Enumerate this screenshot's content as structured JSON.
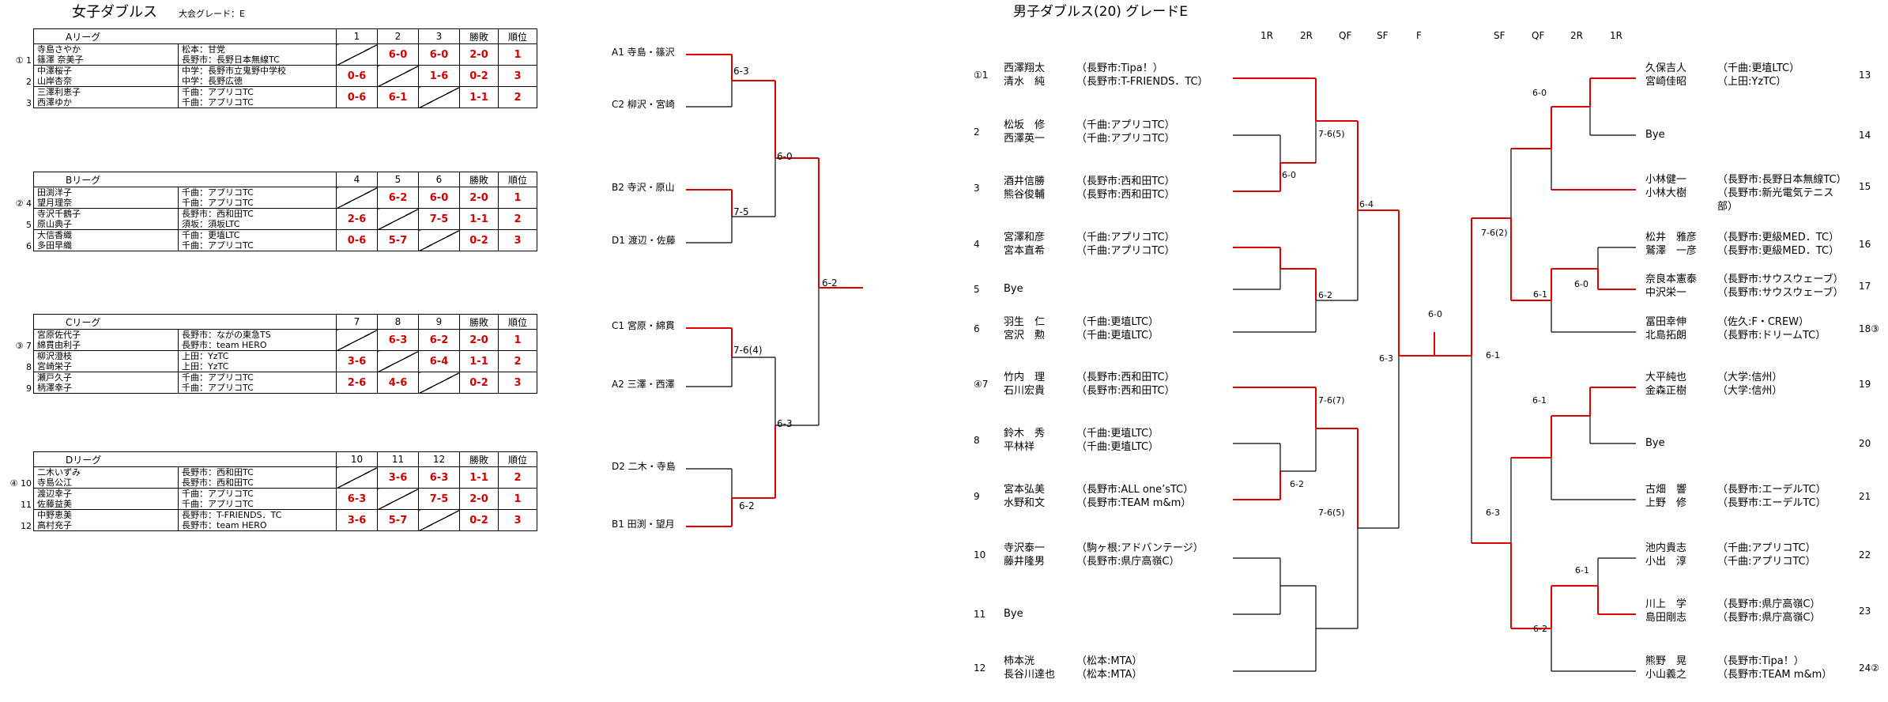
{
  "women": {
    "title": "女子ダブルス",
    "grade": "大会グレード：E",
    "leagues": [
      {
        "name": "Aリーグ",
        "cols": [
          "1",
          "2",
          "3"
        ],
        "res_label": "勝敗",
        "rank_label": "順位",
        "rows": [
          {
            "mark": "① 1",
            "p1": "寺島さやか",
            "p2": "篠澤 奈美子",
            "c1": "松本：甘党",
            "c2": "長野市：長野日本無線TC",
            "scores": [
              "",
              "6-0",
              "6-0"
            ],
            "result": "2-0",
            "rank": "1"
          },
          {
            "mark": "2",
            "p1": "中澤桜子",
            "p2": "山岸杏奈",
            "c1": "中学：長野市立鬼野中学校",
            "c2": "中学：長野広徳",
            "scores": [
              "0-6",
              "",
              "1-6"
            ],
            "result": "0-2",
            "rank": "3"
          },
          {
            "mark": "3",
            "p1": "三澤利恵子",
            "p2": "西澤ゆか",
            "c1": "千曲：アプリコTC",
            "c2": "千曲：アプリコTC",
            "scores": [
              "0-6",
              "6-1",
              ""
            ],
            "result": "1-1",
            "rank": "2"
          }
        ]
      },
      {
        "name": "Bリーグ",
        "cols": [
          "4",
          "5",
          "6"
        ],
        "res_label": "勝敗",
        "rank_label": "順位",
        "rows": [
          {
            "mark": "② 4",
            "p1": "田渕洋子",
            "p2": "望月理奈",
            "c1": "千曲：アプリコTC",
            "c2": "千曲：アプリコTC",
            "scores": [
              "",
              "6-2",
              "6-0"
            ],
            "result": "2-0",
            "rank": "1"
          },
          {
            "mark": "5",
            "p1": "寺沢千鶴子",
            "p2": "原山典子",
            "c1": "長野市：西和田TC",
            "c2": "須坂：須坂LTC",
            "scores": [
              "2-6",
              "",
              "7-5"
            ],
            "result": "1-1",
            "rank": "2"
          },
          {
            "mark": "6",
            "p1": "大信香織",
            "p2": "多田早織",
            "c1": "千曲：更埴LTC",
            "c2": "千曲：アプリコTC",
            "scores": [
              "0-6",
              "5-7",
              ""
            ],
            "result": "0-2",
            "rank": "3"
          }
        ]
      },
      {
        "name": "Cリーグ",
        "cols": [
          "7",
          "8",
          "9"
        ],
        "res_label": "勝敗",
        "rank_label": "順位",
        "rows": [
          {
            "mark": "③ 7",
            "p1": "宮原佐代子",
            "p2": "綿貫由利子",
            "c1": "長野市：ながの東急TS",
            "c2": "長野市：team HERO",
            "scores": [
              "",
              "6-3",
              "6-2"
            ],
            "result": "2-0",
            "rank": "1"
          },
          {
            "mark": "8",
            "p1": "柳沢澄枝",
            "p2": "宮崎栄子",
            "c1": "上田：YzTC",
            "c2": "上田：YzTC",
            "scores": [
              "3-6",
              "",
              "6-4"
            ],
            "result": "1-1",
            "rank": "2"
          },
          {
            "mark": "9",
            "p1": "瀬戸久子",
            "p2": "柄澤幸子",
            "c1": "千曲：アプリコTC",
            "c2": "千曲：アプリコTC",
            "scores": [
              "2-6",
              "4-6",
              ""
            ],
            "result": "0-2",
            "rank": "3"
          }
        ]
      },
      {
        "name": "Dリーグ",
        "cols": [
          "10",
          "11",
          "12"
        ],
        "res_label": "勝敗",
        "rank_label": "順位",
        "rows": [
          {
            "mark": "④ 10",
            "p1": "二木いずみ",
            "p2": "寺島公江",
            "c1": "長野市：西和田TC",
            "c2": "長野市：西和田TC",
            "scores": [
              "",
              "3-6",
              "6-3"
            ],
            "result": "1-1",
            "rank": "2"
          },
          {
            "mark": "11",
            "p1": "渡辺幸子",
            "p2": "佐藤益美",
            "c1": "千曲：アプリコTC",
            "c2": "千曲：アプリコTC",
            "scores": [
              "6-3",
              "",
              "7-5"
            ],
            "result": "2-0",
            "rank": "1"
          },
          {
            "mark": "12",
            "p1": "中野恵美",
            "p2": "高村充子",
            "c1": "長野市：T-FRIENDS．TC",
            "c2": "長野市：team HERO",
            "scores": [
              "3-6",
              "5-7",
              ""
            ],
            "result": "0-2",
            "rank": "3"
          }
        ]
      }
    ]
  },
  "finals": {
    "entries": [
      "A1 寺島・篠沢",
      "C2 柳沢・宮崎",
      "B2 寺沢・原山",
      "D1 渡辺・佐藤",
      "C1 宮原・綿貫",
      "A2 三澤・西澤",
      "D2 二木・寺島",
      "B1 田渕・望月"
    ],
    "scores": {
      "r1a": "6-3",
      "r1b": "7-5",
      "r1c": "7-6(4)",
      "r1d": "6-2",
      "sf1": "6-0",
      "sf2": "6-3",
      "final": "6-2"
    }
  },
  "men": {
    "title": "男子ダブルス(20) グレードE",
    "round_labels_left": [
      "1R",
      "2R",
      "QF",
      "SF",
      "F"
    ],
    "round_labels_right": [
      "SF",
      "QF",
      "2R",
      "1R"
    ],
    "left": [
      {
        "num": "①1",
        "p1": "西澤翔太",
        "c1": "（長野市:Tipa！）",
        "p2": "清水　純",
        "c2": "（長野市:T-FRIENDS．TC）"
      },
      {
        "num": "2",
        "p1": "松坂　修",
        "c1": "（千曲:アプリコTC）",
        "p2": "西澤英一",
        "c2": "（千曲:アプリコTC）"
      },
      {
        "num": "3",
        "p1": "酒井信勝",
        "c1": "（長野市:西和田TC）",
        "p2": "熊谷俊輔",
        "c2": "（長野市:西和田TC）"
      },
      {
        "num": "4",
        "p1": "宮澤和彦",
        "c1": "（千曲:アプリコTC）",
        "p2": "宮本直希",
        "c2": "（千曲:アプリコTC）"
      },
      {
        "num": "5",
        "p1": "Bye",
        "c1": "",
        "p2": "",
        "c2": ""
      },
      {
        "num": "6",
        "p1": "羽生　仁",
        "c1": "（千曲:更埴LTC）",
        "p2": "宮沢　勲",
        "c2": "（千曲:更埴LTC）"
      },
      {
        "num": "④7",
        "p1": "竹内　理",
        "c1": "（長野市:西和田TC）",
        "p2": "石川宏貴",
        "c2": "（長野市:西和田TC）"
      },
      {
        "num": "8",
        "p1": "鈴木　秀",
        "c1": "（千曲:更埴LTC）",
        "p2": "平林祥",
        "c2": "（千曲:更埴LTC）"
      },
      {
        "num": "9",
        "p1": "宮本弘美",
        "c1": "（長野市:ALL one’sTC）",
        "p2": "水野和文",
        "c2": "（長野市:TEAM m&m）"
      },
      {
        "num": "10",
        "p1": "寺沢泰一",
        "c1": "（駒ヶ根:アドバンテージ）",
        "p2": "藤井隆男",
        "c2": "（長野市:県庁高嶺C）"
      },
      {
        "num": "11",
        "p1": "Bye",
        "c1": "",
        "p2": "",
        "c2": ""
      },
      {
        "num": "12",
        "p1": "柿本洸",
        "c1": "（松本:MTA）",
        "p2": "長谷川達也",
        "c2": "（松本:MTA）"
      }
    ],
    "right": [
      {
        "num": "13",
        "p1": "久保吉人",
        "c1": "（千曲:更埴LTC）",
        "p2": "宮崎佳昭",
        "c2": "（上田:YzTC）",
        "p3": "",
        "c3": ""
      },
      {
        "num": "14",
        "p1": "Bye",
        "c1": "",
        "p2": "",
        "c2": "",
        "p3": "",
        "c3": ""
      },
      {
        "num": "15",
        "p1": "小林健一",
        "c1": "（長野市:長野日本無線TC）",
        "p2": "小林大樹",
        "c2": "（長野市:新光電気テニス",
        "p3": "",
        "c3": "部）"
      },
      {
        "num": "16",
        "p1": "松井　雅彦",
        "c1": "（長野市:更級MED．TC）",
        "p2": "鷲澤　一彦",
        "c2": "（長野市:更級MED．TC）",
        "p3": "",
        "c3": ""
      },
      {
        "num": "17",
        "p1": "奈良本憲泰",
        "c1": "（長野市:サウスウェーブ）",
        "p2": "中沢栄一",
        "c2": "（長野市:サウスウェーブ）",
        "p3": "",
        "c3": ""
      },
      {
        "num": "18③",
        "p1": "冨田幸伸",
        "c1": "（佐久:F・CREW）",
        "p2": "北島拓朗",
        "c2": "（長野市:ドリームTC）",
        "p3": "",
        "c3": ""
      },
      {
        "num": "19",
        "p1": "大平純也",
        "c1": "（大学:信州）",
        "p2": "金森正樹",
        "c2": "（大学:信州）",
        "p3": "",
        "c3": ""
      },
      {
        "num": "20",
        "p1": "Bye",
        "c1": "",
        "p2": "",
        "c2": "",
        "p3": "",
        "c3": ""
      },
      {
        "num": "21",
        "p1": "古畑　響",
        "c1": "（長野市:エーデルTC）",
        "p2": "上野　修",
        "c2": "（長野市:エーデルTC）",
        "p3": "",
        "c3": ""
      },
      {
        "num": "22",
        "p1": "池内貴志",
        "c1": "（千曲:アプリコTC）",
        "p2": "小出　淳",
        "c2": "（千曲:アプリコTC）",
        "p3": "",
        "c3": ""
      },
      {
        "num": "23",
        "p1": "川上　学",
        "c1": "（長野市:県庁高嶺C）",
        "p2": "島田剛志",
        "c2": "（長野市:県庁高嶺C）",
        "p3": "",
        "c3": ""
      },
      {
        "num": "24②",
        "p1": "熊野　晃",
        "c1": "（長野市:Tipa！）",
        "p2": "小山義之",
        "c2": "（長野市:TEAM m&m）",
        "p3": "",
        "c3": ""
      }
    ],
    "scores": {
      "l1": "6-0",
      "l2": "7-6(5)",
      "l3": "6-2",
      "l4": "6-4",
      "l5": "7-6(7)",
      "l6": "6-2",
      "l7": "7-6(5)",
      "lsf": "6-3",
      "final": "6-0",
      "r1": "6-0",
      "r2": "6-0",
      "r3": "6-1",
      "r4": "7-6(2)",
      "rsf": "6-1",
      "r5": "6-1",
      "r6": "6-1",
      "r7": "6-2",
      "r8": "6-3"
    },
    "colors": {
      "winner": "#e00000",
      "loser": "#000000"
    }
  }
}
